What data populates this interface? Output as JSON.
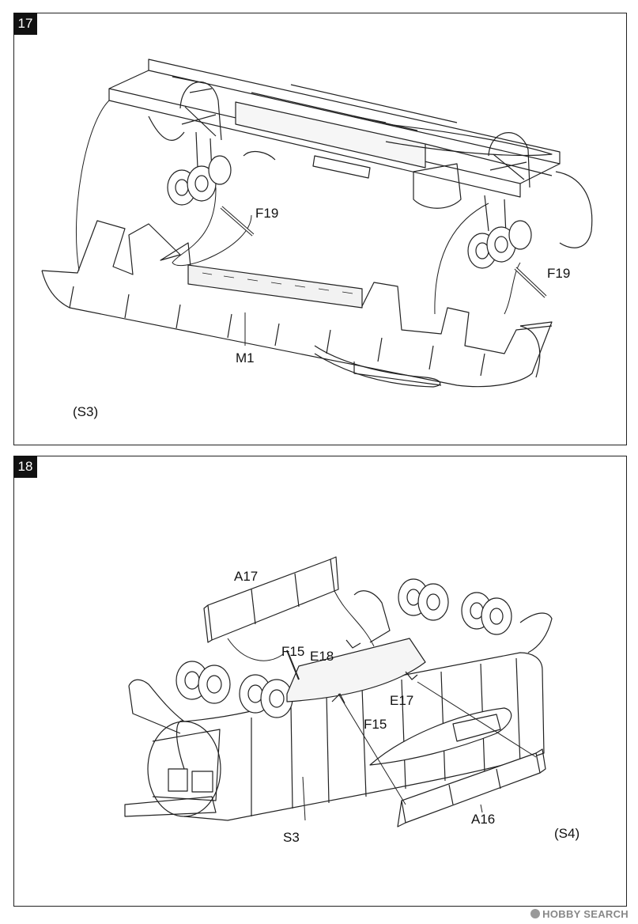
{
  "steps": [
    {
      "number": "17",
      "parts": {
        "f19_left": "F19",
        "f19_right": "F19",
        "m1": "M1"
      },
      "subassembly": "(S3)"
    },
    {
      "number": "18",
      "parts": {
        "a17": "A17",
        "f15_top": "F15",
        "e18": "E18",
        "e17": "E17",
        "f15_bottom": "F15",
        "s3": "S3",
        "a16": "A16"
      },
      "subassembly": "(S4)"
    }
  ],
  "watermark": "HOBBY SEARCH"
}
